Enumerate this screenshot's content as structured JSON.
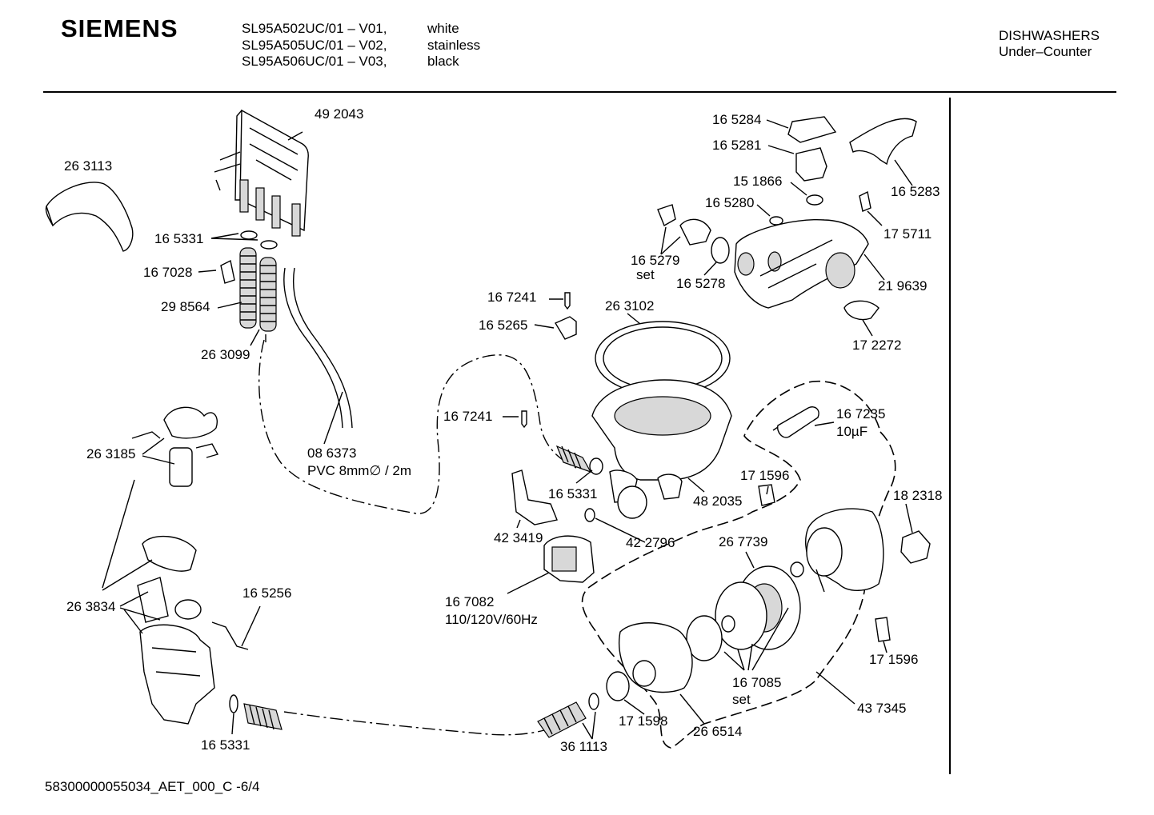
{
  "header": {
    "brand": "SIEMENS",
    "models": [
      "SL95A502UC/01 – V01,",
      "SL95A505UC/01 – V02,",
      "SL95A506UC/01 – V03,"
    ],
    "colors": [
      "white",
      "stainless",
      "black"
    ],
    "category": "DISHWASHERS",
    "subcategory": "Under–Counter"
  },
  "footer": {
    "doc_id": "58300000055034_AET_000_C  -6/4"
  },
  "labels": {
    "p263113": "26 3113",
    "p492043": "49 2043",
    "p165331a": "16 5331",
    "p167028": "16 7028",
    "p298564": "29 8564",
    "p263099": "26 3099",
    "p086373": "08 6373",
    "p086373b": "PVC 8mm∅ / 2m",
    "p263185": "26 3185",
    "p263834": "26 3834",
    "p165256": "16 5256",
    "p165331c": "16 5331",
    "p165284": "16 5284",
    "p165281": "16 5281",
    "p151866": "15 1866",
    "p165280": "16 5280",
    "p165283": "16 5283",
    "p175711": "17 5711",
    "p165279": "16 5279",
    "p165279b": "set",
    "p165278": "16 5278",
    "p219639": "21 9639",
    "p172272": "17 2272",
    "p167241a": "16 7241",
    "p165265": "16 5265",
    "p263102": "26 3102",
    "p167241b": "16 7241",
    "p165331b": "16 5331",
    "p482035": "48 2035",
    "p423419": "42 3419",
    "p422796": "42 2796",
    "p167082": "16 7082",
    "p167082b": "110/120V/60Hz",
    "p167235": "16 7235",
    "p167235b": "10µF",
    "p171596a": "17 1596",
    "p182318": "18 2318",
    "p267739": "26 7739",
    "p171596b": "17 1596",
    "p167085": "16 7085",
    "p167085b": "set",
    "p437345": "43 7345",
    "p171598": "17 1598",
    "p266514": "26 6514",
    "p361113": "36 1113"
  }
}
